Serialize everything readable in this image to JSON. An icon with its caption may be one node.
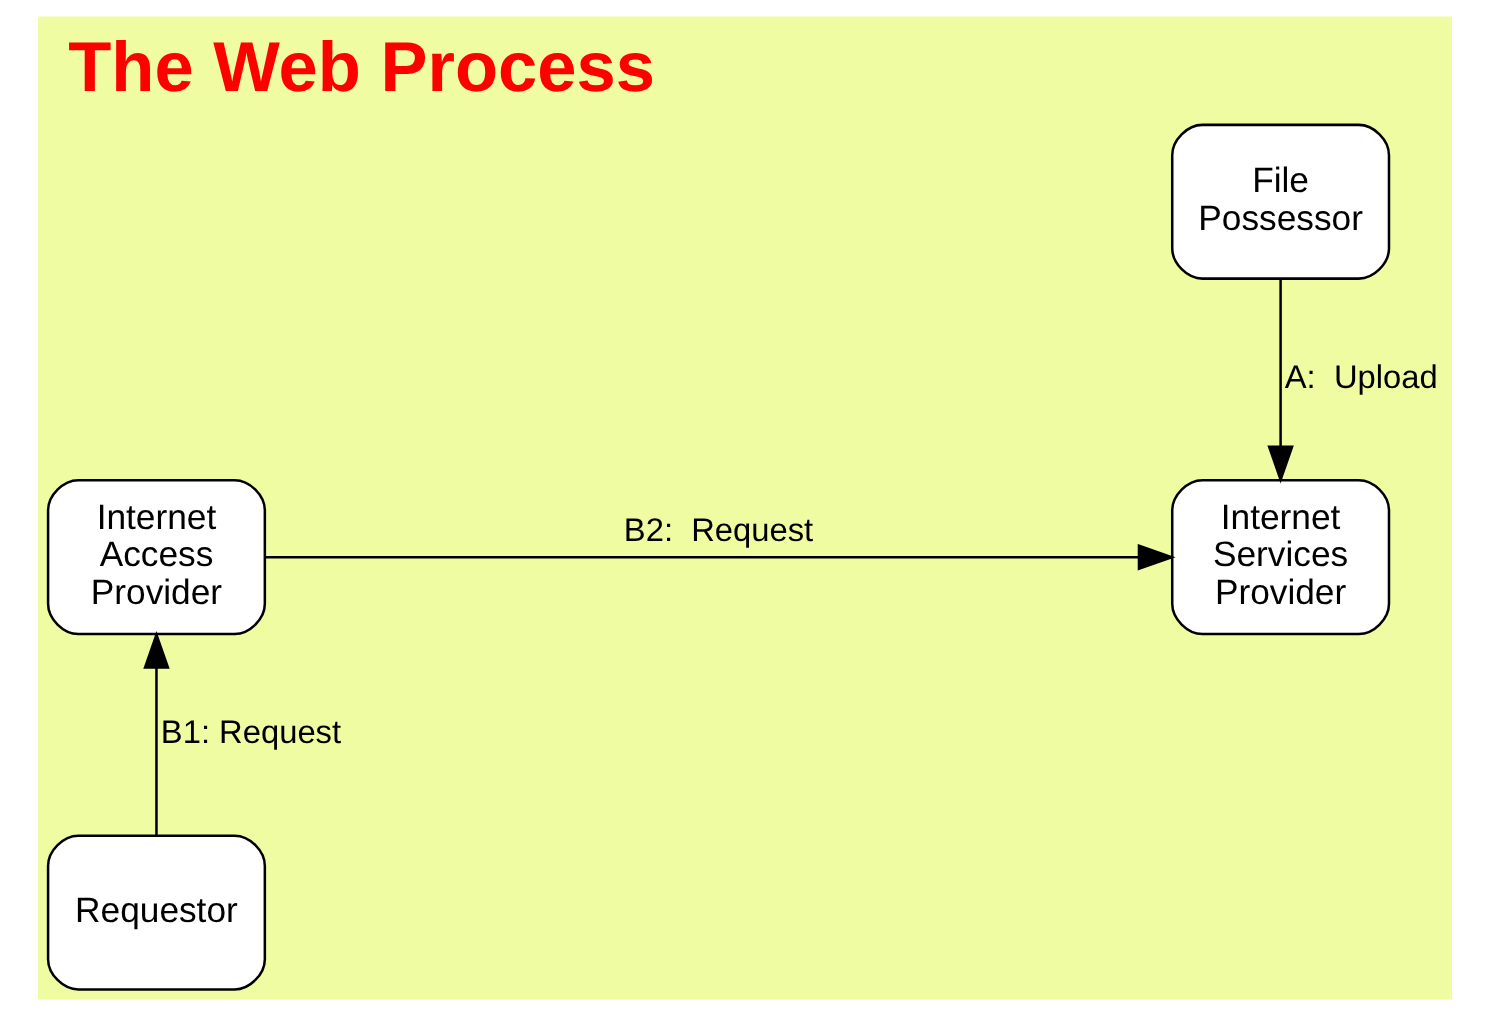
{
  "diagram": {
    "title": "The Web Process",
    "nodes": [
      {
        "text": [
          "File Possessor"
        ]
      },
      {
        "text": [
          "Internet Access Provider"
        ]
      },
      {
        "text": [
          "Internet Services Provider"
        ]
      },
      {
        "text": [
          "Requestor"
        ]
      }
    ],
    "edges": [
      {
        "from": 0,
        "to": 2,
        "arrow": "to",
        "label": "A:  Upload"
      },
      {
        "from": 1,
        "to": 2,
        "arrow": "to",
        "label": "B2:  Request"
      },
      {
        "from": 3,
        "to": 1,
        "arrow": "to",
        "label": "B1: Request"
      }
    ]
  }
}
